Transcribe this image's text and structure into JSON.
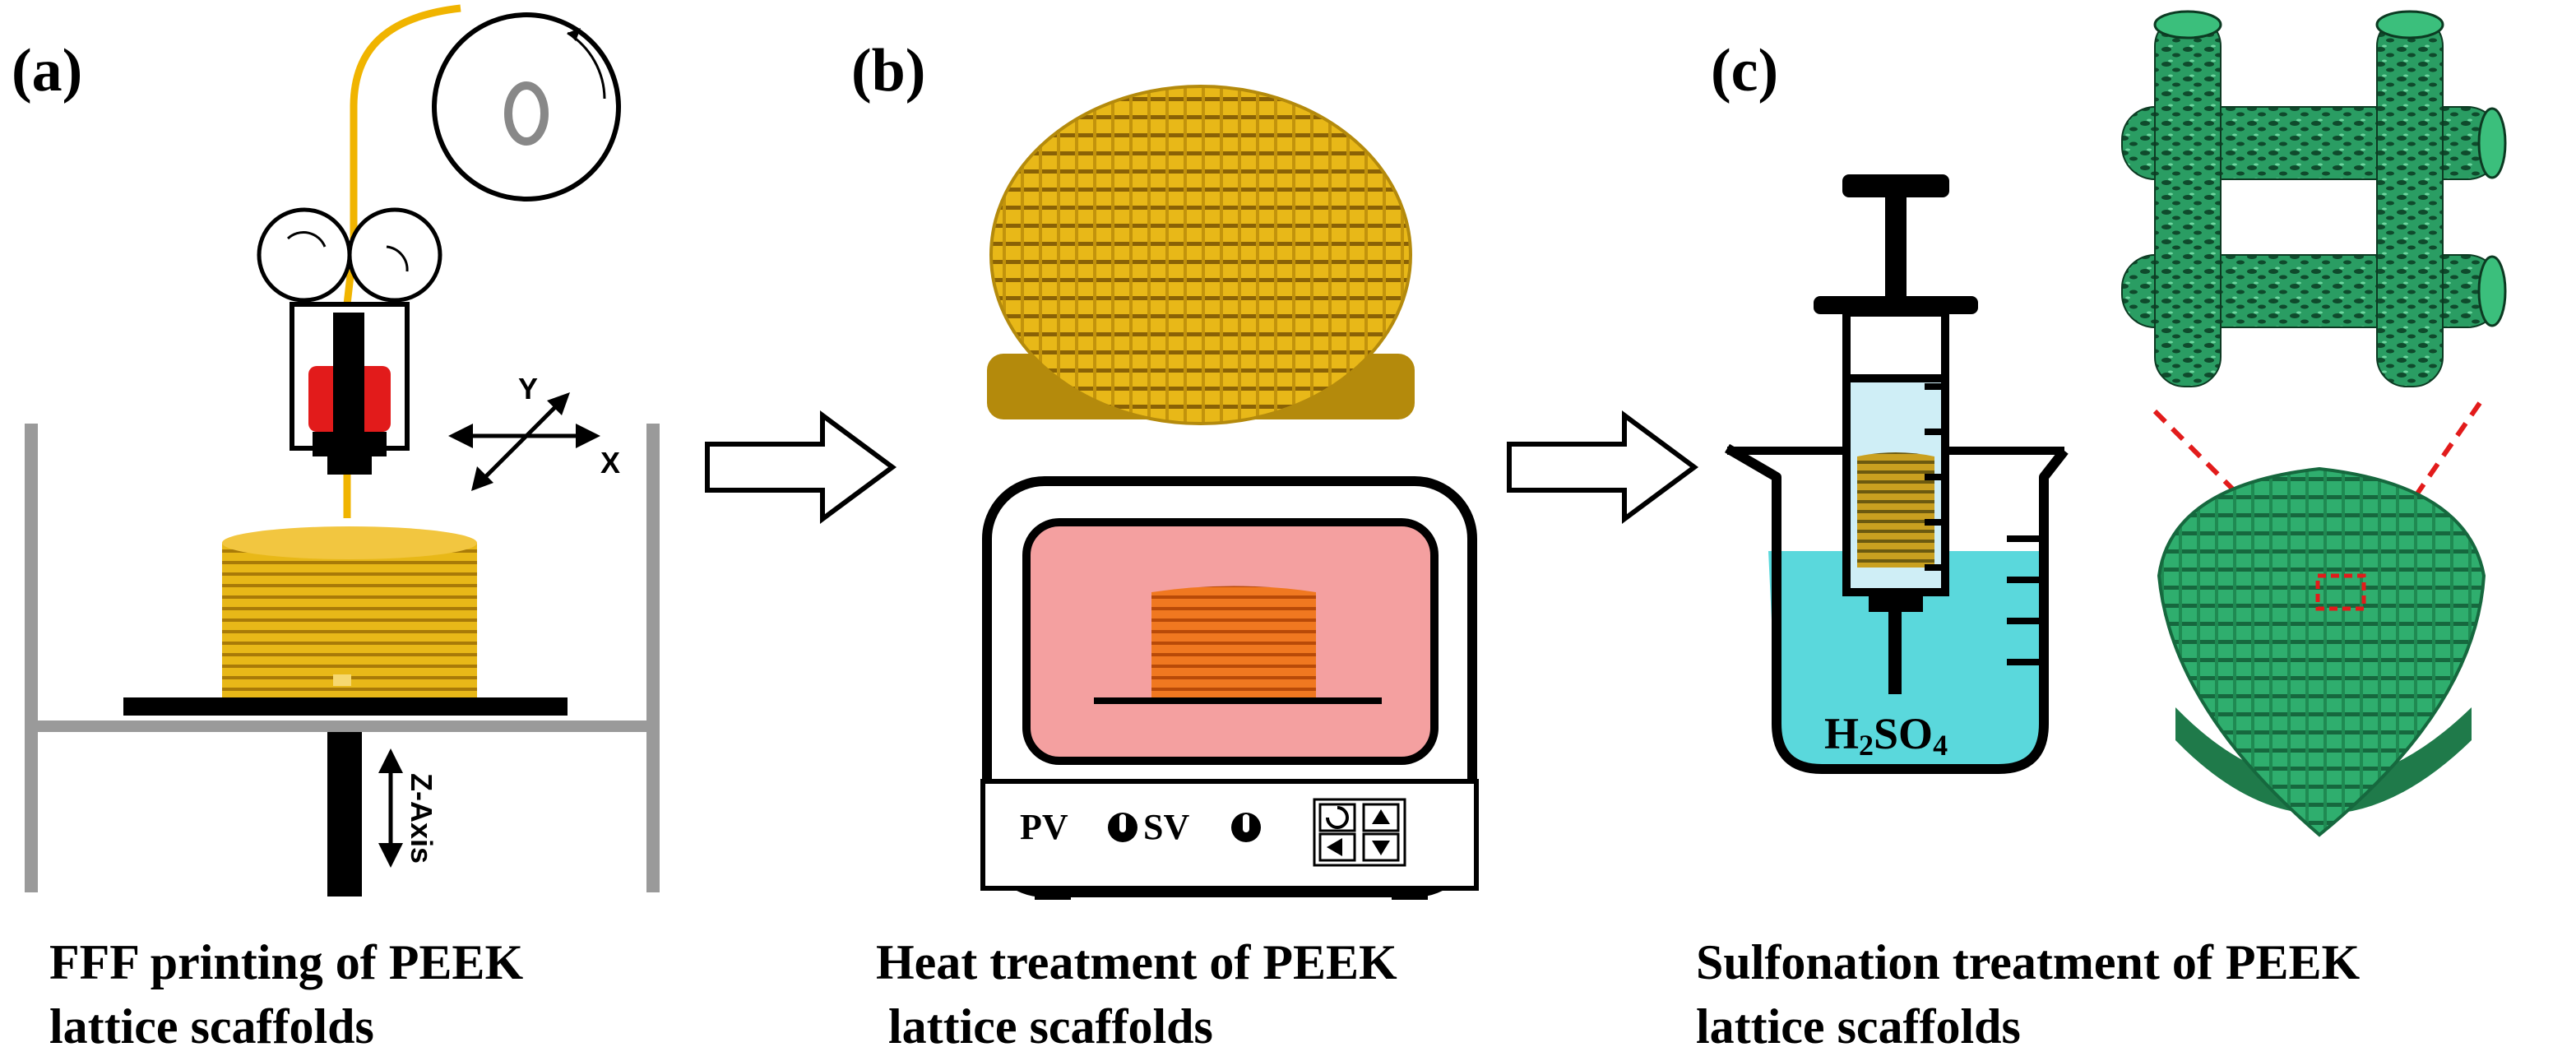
{
  "panels": {
    "a": {
      "label": "(a)",
      "caption_line1": "FFF printing of PEEK",
      "caption_line2": "lattice scaffolds",
      "axis_y": "Y",
      "axis_x": "X",
      "axis_z": "Z-Axis"
    },
    "b": {
      "label": "(b)",
      "caption_line1": "Heat treatment of PEEK",
      "caption_line2": " lattice scaffolds",
      "oven_pv": "PV",
      "oven_sv": "SV"
    },
    "c": {
      "label": "(c)",
      "caption_line1": "Sulfonation treatment of PEEK",
      "caption_line2": "lattice scaffolds",
      "acid_main": "H",
      "acid_sub1": "2",
      "acid_mid": "SO",
      "acid_sub2": "4"
    }
  },
  "colors": {
    "peek": "#e8b818",
    "peek_heated": "#f07820",
    "oven_window": "#f4a0a0",
    "acid": "#5ad8dc",
    "sulfonated": "#2a9d63",
    "nozzle": "#e21b1b",
    "highlight": "#e21b1b"
  }
}
